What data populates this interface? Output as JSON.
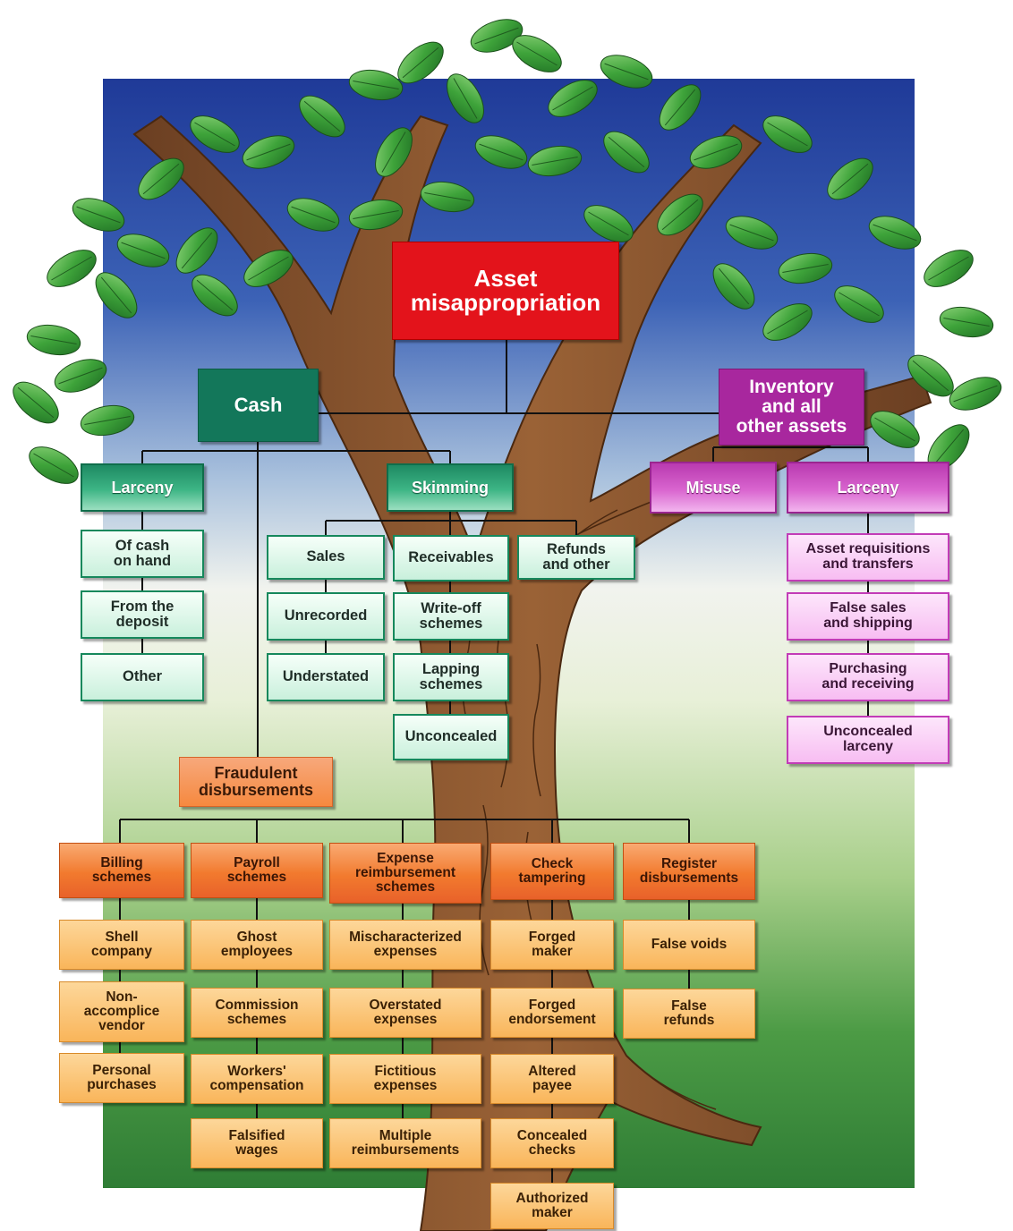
{
  "root": "Asset\nmisappropriation",
  "cash": {
    "label": "Cash",
    "larceny": {
      "label": "Larceny",
      "items": [
        "Of cash\non hand",
        "From the\ndeposit",
        "Other"
      ]
    },
    "skimming": {
      "label": "Skimming",
      "sales": {
        "label": "Sales",
        "items": [
          "Unrecorded",
          "Understated"
        ]
      },
      "receivables": {
        "label": "Receivables",
        "items": [
          "Write-off\nschemes",
          "Lapping\nschemes",
          "Unconcealed"
        ]
      },
      "refunds": {
        "label": "Refunds\nand other"
      }
    },
    "fraudulent": {
      "label": "Fraudulent\ndisbursements",
      "billing": {
        "label": "Billing\nschemes",
        "items": [
          "Shell\ncompany",
          "Non-\naccomplice\nvendor",
          "Personal\npurchases"
        ]
      },
      "payroll": {
        "label": "Payroll\nschemes",
        "items": [
          "Ghost\nemployees",
          "Commission\nschemes",
          "Workers'\ncompensation",
          "Falsified\nwages"
        ]
      },
      "expense": {
        "label": "Expense\nreimbursement\nschemes",
        "items": [
          "Mischaracterized\nexpenses",
          "Overstated\nexpenses",
          "Fictitious\nexpenses",
          "Multiple\nreimbursements"
        ]
      },
      "check": {
        "label": "Check\ntampering",
        "items": [
          "Forged\nmaker",
          "Forged\nendorsement",
          "Altered\npayee",
          "Concealed\nchecks",
          "Authorized\nmaker"
        ]
      },
      "register": {
        "label": "Register\ndisbursements",
        "items": [
          "False voids",
          "False\nrefunds"
        ]
      }
    }
  },
  "inventory": {
    "label": "Inventory\nand all\nother assets",
    "misuse": {
      "label": "Misuse"
    },
    "larceny": {
      "label": "Larceny",
      "items": [
        "Asset requisitions\nand transfers",
        "False sales\nand shipping",
        "Purchasing\nand receiving",
        "Unconcealed\nlarceny"
      ]
    }
  },
  "colors": {
    "root": "#e3131b",
    "cash": "#13775a",
    "inventory": "#a8279e",
    "fraudulent": "#f6893f",
    "sky_top": "#1f3b9a",
    "grass": "#3f8f3a",
    "trunk": "#7a4a2a",
    "leaf": "#3ea33a"
  }
}
